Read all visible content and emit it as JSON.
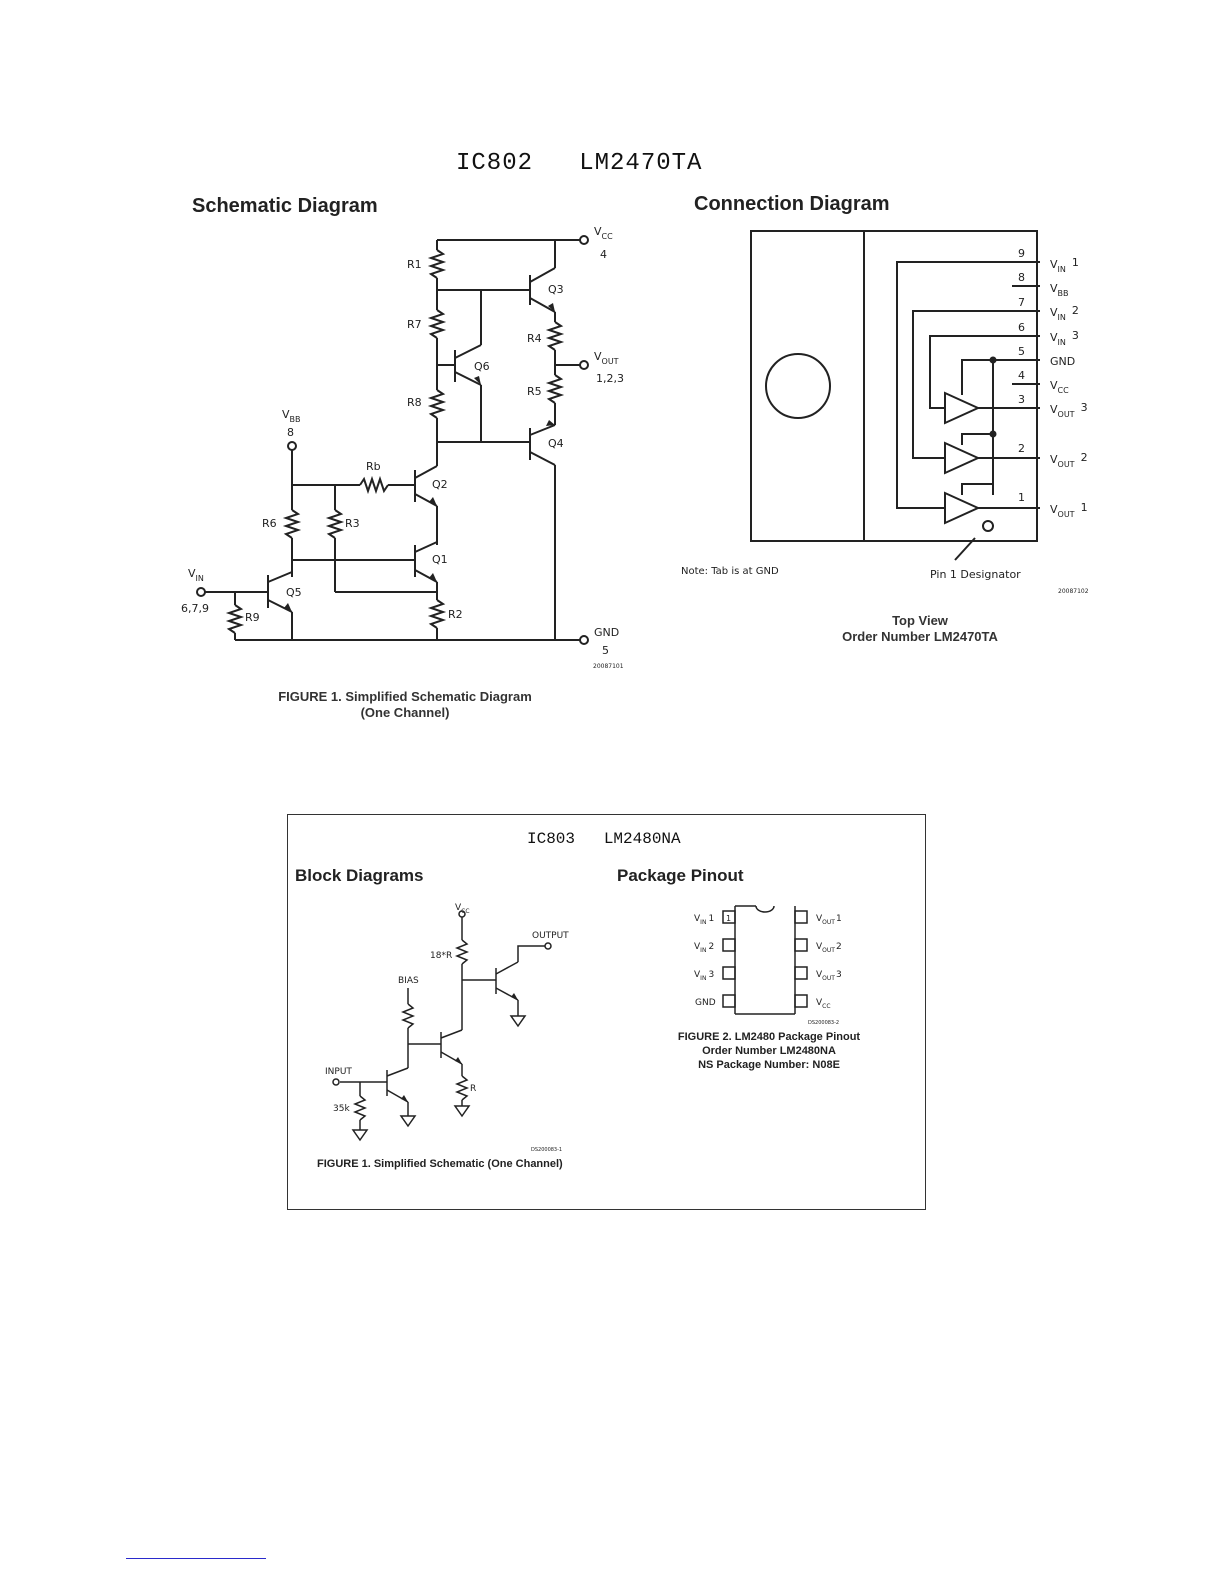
{
  "ic802": {
    "title": "IC802   LM2470TA",
    "schematic_heading": "Schematic Diagram",
    "connection_heading": "Connection Diagram",
    "schematic_labels": {
      "vcc_sub": "CC",
      "vcc_pin": "4",
      "vout_sub": "OUT",
      "vout_pins": "1,2,3",
      "vbb_sub": "BB",
      "vbb_pin": "8",
      "vin_sub": "IN",
      "vin_pins": "6,7,9",
      "gnd": "GND",
      "gnd_pin": "5",
      "v": "V",
      "R1": "R1",
      "R7": "R7",
      "R8": "R8",
      "R4": "R4",
      "R5": "R5",
      "Q3": "Q3",
      "Q6": "Q6",
      "Q4": "Q4",
      "Q2": "Q2",
      "Q1": "Q1",
      "Q5": "Q5",
      "Rb": "Rb",
      "R6": "R6",
      "R3": "R3",
      "R2": "R2",
      "R9": "R9",
      "code": "20087101"
    },
    "figure_caption_line1": "FIGURE 1. Simplified Schematic Diagram",
    "figure_caption_line2": "(One Channel)",
    "connection_labels": {
      "pins": [
        "9",
        "8",
        "7",
        "6",
        "5",
        "4",
        "3",
        "2",
        "1"
      ],
      "pin9": "V",
      "pin9_sub": "IN",
      "pin9_num": "1",
      "pin8": "V",
      "pin8_sub": "BB",
      "pin7": "V",
      "pin7_sub": "IN",
      "pin7_num": "2",
      "pin6": "V",
      "pin6_sub": "IN",
      "pin6_num": "3",
      "pin5": "GND",
      "pin4": "V",
      "pin4_sub": "CC",
      "pin3": "V",
      "pin3_sub": "OUT",
      "pin3_num": "3",
      "pin2": "V",
      "pin2_sub": "OUT",
      "pin2_num": "2",
      "pin1": "V",
      "pin1_sub": "OUT",
      "pin1_num": "1",
      "note": "Note: Tab is at GND",
      "pin1_designator": "Pin  1 Designator",
      "code": "20087102"
    },
    "top_view": "Top View",
    "order_number": "Order Number LM2470TA"
  },
  "ic803": {
    "title": "IC803   LM2480NA",
    "block_heading": "Block Diagrams",
    "pinout_heading": "Package Pinout",
    "block_labels": {
      "vcc": "V",
      "vcc_sub": "CC",
      "output": "OUTPUT",
      "r18": "18*R",
      "bias": "BIAS",
      "input": "INPUT",
      "r35k": "35k",
      "r": "R",
      "code": "DS200083-1"
    },
    "block_caption": "FIGURE 1. Simplified Schematic (One Channel)",
    "pinout_labels": {
      "left": [
        {
          "v": "V",
          "sub": "IN",
          "num": "1"
        },
        {
          "v": "V",
          "sub": "IN",
          "num": "2"
        },
        {
          "v": "V",
          "sub": "IN",
          "num": "3"
        },
        {
          "v": "GND",
          "sub": "",
          "num": ""
        }
      ],
      "right": [
        {
          "v": "V",
          "sub": "OUT",
          "num": "1"
        },
        {
          "v": "V",
          "sub": "OUT",
          "num": "2"
        },
        {
          "v": "V",
          "sub": "OUT",
          "num": "3"
        },
        {
          "v": "V",
          "sub": "CC",
          "num": ""
        }
      ],
      "pin1_marker": "1",
      "code": "DS200083-2"
    },
    "pinout_caption_line1": "FIGURE 2. LM2480 Package Pinout",
    "pinout_caption_line2": "Order Number LM2480NA",
    "pinout_caption_line3": "NS Package Number: N08E"
  }
}
